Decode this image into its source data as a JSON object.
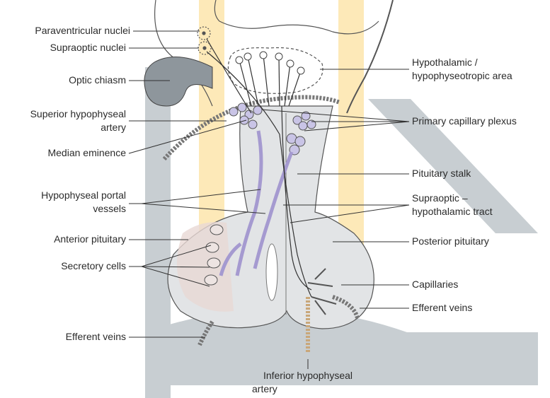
{
  "labels_left": [
    "Paraventricular nuclei",
    "Supraoptic nuclei",
    "Optic chiasm",
    "Superior hypophyseal",
    "artery",
    "Median eminence",
    "Hypophyseal portal",
    "vessels",
    "Anterior pituitary",
    "Secretory cells",
    "Efferent veins"
  ],
  "labels_right": [
    "Hypothalamic /",
    "hypophyseotropic area",
    "Primary capillary plexus",
    "Pituitary stalk",
    "Supraoptic –",
    "hypothalamic tract",
    "Posterior pituitary",
    "Capillaries",
    "Efferent veins"
  ],
  "labels_bottom": [
    "Inferior hypophyseal",
    "artery"
  ],
  "colors": {
    "watermark_gray": "#c8ced2",
    "watermark_yellow": "#fde9b8",
    "portal_vessel_purple": "#a59ad0",
    "tissue_gray": "#d8dadc",
    "cell_pink": "#e9d8d5"
  }
}
